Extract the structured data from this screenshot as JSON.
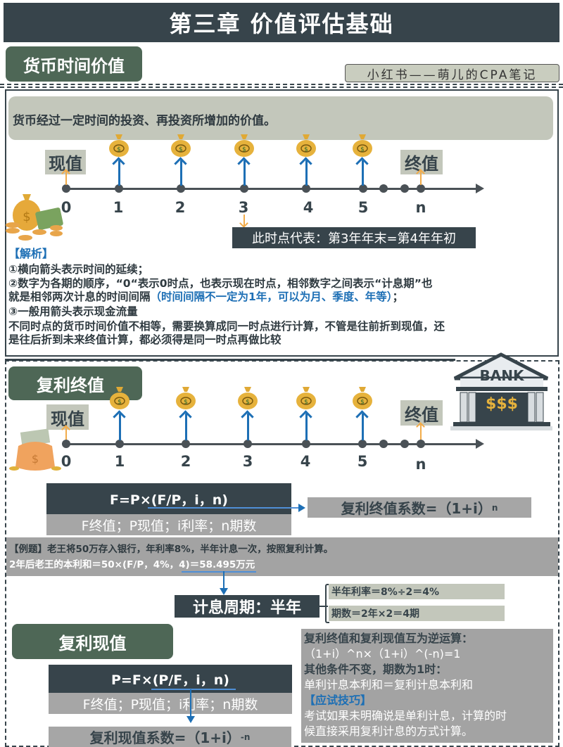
{
  "header": {
    "title": "第三章  价值评估基础",
    "watermark": "小红书——萌儿的CPA笔记"
  },
  "section1": {
    "tag": "货币时间价值",
    "definition": "货币经过一定时间的投资、再投资所增加的价值。",
    "timeline": {
      "present_label": "现值",
      "future_label": "终值",
      "ticks": [
        "0",
        "1",
        "2",
        "3",
        "4",
        "5",
        "n"
      ],
      "note": "此时点代表：第3年年末=第4年年初"
    },
    "analysis": {
      "heading": "【解析】",
      "p1": "①横向箭头表示时间的延续；",
      "p2a": "②数字为各期的顺序，“0“表示0时点，也表示现在时点，相邻数字之间表示“计息期”也",
      "p2b": "就是相邻两次计息的时间间隔",
      "p2c": "（时间间隔不一定为1年，可以为月、季度、年等）",
      "p2d": "；",
      "p3": "③一般用箭头表示现金流量",
      "p4a": "不同时点的货币时间价值不相等，需要换算成同一时点进行计算，不管是往前折到现值，还",
      "p4b": "是往后折到未来终值计算，都必须得是同一时点再做比较"
    }
  },
  "section2": {
    "tag": "复利终值",
    "bank_label": "BANK",
    "bank_money": "$$$",
    "timeline": {
      "present_label": "现值",
      "future_label": "终值",
      "ticks": [
        "0",
        "1",
        "2",
        "3",
        "4",
        "5",
        "n"
      ]
    },
    "formula": "F=P×(F/P，i，n)",
    "legend": "F终值；P现值；i利率；n期数",
    "coefficient": "复利终值系数=（1+i）",
    "coefficient_exp": "n",
    "example_line1": "【例题】老王将50万存入银行，年利率8%，半年计息一次，按照复利计算。",
    "example_line2": "2年后老王的本利和＝50×(F/P，4%，4)＝58.495万元",
    "period": "计息周期：半年",
    "calc1": "半年利率＝8%÷2＝4%",
    "calc2": "期数＝2年×2＝4期"
  },
  "section3": {
    "tag": "复利现值",
    "formula": "P=F×(P/F，i，n)",
    "legend": "F终值；P现值；i利率；n期数",
    "coefficient": "复利现值系数=（1+i）",
    "coefficient_exp": "-n",
    "panel": {
      "line1": "复利终值和复利现值互为逆运算：",
      "line2": "（1+i）^n×（1+i）^(-n)=1",
      "line3": "其他条件不变，期数为1时：",
      "line4": "单利计息本利和＝复利计息本利和",
      "line5": "【应试技巧】",
      "line6": "考试如果未明确说是单利计息，计算的时",
      "line7": "候直接采用复利计息的方式计算。"
    }
  },
  "colors": {
    "dark": "#37444b",
    "green_tag": "#4e6756",
    "sage": "#c3c7bb",
    "grey": "#a6a6a6",
    "blue": "#1d6fb5",
    "orange": "#f2ac4a"
  }
}
